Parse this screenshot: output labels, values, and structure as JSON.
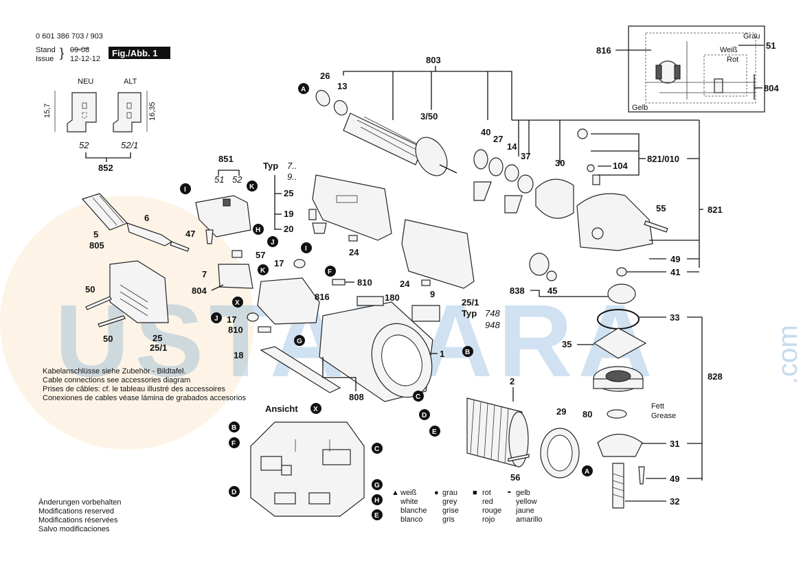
{
  "header": {
    "part_number": "0 601 386 703 / 903",
    "stand_label": "Stand",
    "issue_label": "Issue",
    "stand_value": "09-08",
    "issue_value": "12-12-12",
    "figure": "Fig./Abb. 1"
  },
  "watermark": {
    "text": "USTALARA",
    "suffix": ".com"
  },
  "neu_alt": {
    "neu": "NEU",
    "alt": "ALT",
    "dim1": "15,7",
    "dim2": "16,35",
    "left_num": "52",
    "right_num": "52/1",
    "group": "852"
  },
  "typ_box": {
    "label": "Typ",
    "v1": "7..",
    "v2": "9..",
    "items": [
      "25",
      "19",
      "20"
    ]
  },
  "typ2": {
    "num": "25/1",
    "label": "Typ",
    "v1": "748",
    "v2": "948"
  },
  "ansicht": {
    "label": "Ansicht",
    "letter": "X"
  },
  "cable_note": [
    "Kabelanschlüsse siehe Zubehör - Bildtafel.",
    "Cable connections see accessories diagram",
    "Prises de câbles: cf. le tableau illustré des accessoires",
    "Conexiones de cables véase lámina de grabados accesorios"
  ],
  "modifications": [
    "Änderungen vorbehalten",
    "Modifications reserved",
    "Modifications réservées",
    "Salvo modificaciones"
  ],
  "color_legend": [
    {
      "sym": "▲",
      "lines": [
        "weiß",
        "white",
        "blanche",
        "blanco"
      ]
    },
    {
      "sym": "●",
      "lines": [
        "grau",
        "grey",
        "grise",
        "gris"
      ]
    },
    {
      "sym": "■",
      "lines": [
        "rot",
        "red",
        "rouge",
        "rojo"
      ]
    },
    {
      "sym": "◓",
      "lines": [
        "gelb",
        "yellow",
        "jaune",
        "amarillo"
      ]
    }
  ],
  "wiring": {
    "grau": "Grau",
    "weiss": "Weiß",
    "rot": "Rot",
    "gelb": "Gelb",
    "n816": "816",
    "n51": "51",
    "n804": "804"
  },
  "grease": {
    "fett": "Fett",
    "grease": "Grease"
  },
  "part_numbers": {
    "p803": "803",
    "p26": "26",
    "p13": "13",
    "p350": "3/50",
    "p40": "40",
    "p27": "27",
    "p14": "14",
    "p37": "37",
    "p30": "30",
    "p821010": "821/010",
    "p104": "104",
    "p55": "55",
    "p821": "821",
    "p49a": "49",
    "p41": "41",
    "p838": "838",
    "p45": "45",
    "p33": "33",
    "p35": "35",
    "p828": "828",
    "p80": "80",
    "p31": "31",
    "p49b": "49",
    "p32": "32",
    "p29": "29",
    "p56": "56",
    "p2": "2",
    "p1": "1",
    "p180": "180",
    "p9": "9",
    "p24a": "24",
    "p24b": "24",
    "p810a": "810",
    "p810b": "810",
    "p816": "816",
    "p17a": "17",
    "p17b": "17",
    "p18": "18",
    "p808": "808",
    "p851": "851",
    "p51": "51",
    "p52": "52",
    "p47": "47",
    "p57": "57",
    "p5": "5",
    "p6": "6",
    "p805": "805",
    "p7": "7",
    "p804": "804",
    "p50a": "50",
    "p50b": "50",
    "p25": "25",
    "p251": "25/1"
  },
  "callouts": {
    "A": "A",
    "B": "B",
    "C": "C",
    "D": "D",
    "E": "E",
    "F": "F",
    "G": "G",
    "H": "H",
    "I": "I",
    "J": "J",
    "K": "K",
    "X": "X"
  }
}
